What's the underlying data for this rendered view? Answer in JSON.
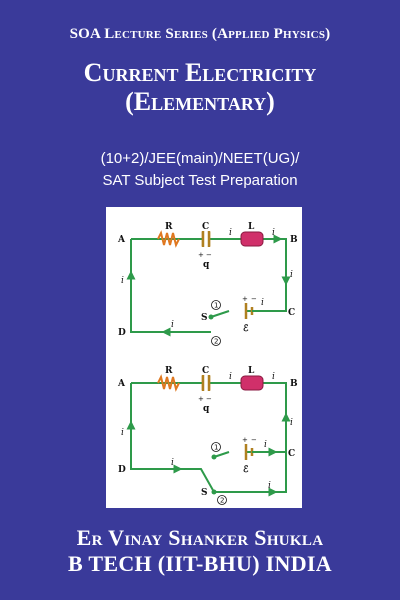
{
  "cover": {
    "series": "SOA Lecture Series (Applied Physics)",
    "title_line1": "Current Electricity",
    "title_line2": "(Elementary)",
    "subtitle_line1": "(10+2)/JEE(main)/NEET(UG)/",
    "subtitle_line2": "SAT Subject Test Preparation",
    "author_line1": "Er Vinay Shanker Shukla",
    "author_line2": "B TECH (IIT-BHU) INDIA"
  },
  "circuit": {
    "label_a": "A",
    "label_b": "B",
    "label_c": "C",
    "label_d": "D",
    "label_s": "S",
    "label_r": "R",
    "label_cap": "C",
    "label_l": "L",
    "label_q": "q",
    "label_emf": "ℰ",
    "current": "i",
    "switch_pos1": "1",
    "switch_pos2": "2",
    "plus": "+",
    "minus": "−"
  },
  "colors": {
    "background": "#3a3a9a",
    "wire": "#2e9a4a",
    "resistor": "#e07820",
    "inductor": "#d0306a"
  }
}
